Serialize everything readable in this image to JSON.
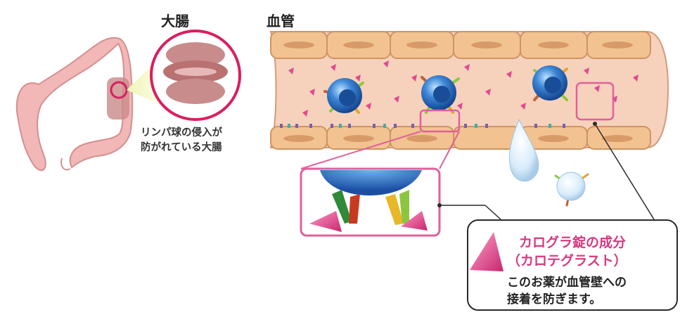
{
  "titles": {
    "colon": "大腸",
    "vessel": "血管"
  },
  "colon_caption": {
    "line1": "リンパ球の侵入が",
    "line2": "防がれている大腸"
  },
  "callout": {
    "title_line1": "カログラ錠の成分",
    "title_line2": "（カロテグラスト）",
    "text_line1": "このお薬が血管壁への",
    "text_line2": "接着を防ぎます。"
  },
  "colors": {
    "accent_pink": "#d9387f",
    "drug_triangle": "#e04a8e",
    "cell_blue": "#2f6fc0",
    "vessel_wall": "#f3c79b",
    "vessel_inner": "#f8d7c4",
    "colon": "#f0b3b3"
  }
}
